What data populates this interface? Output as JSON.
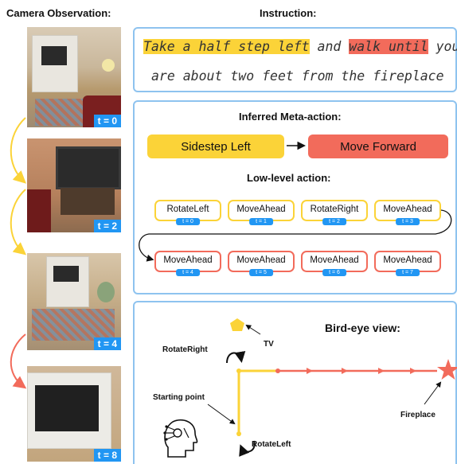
{
  "headers": {
    "camera": "Camera Observation:",
    "instruction": "Instruction:"
  },
  "frames": [
    {
      "t": "t = 0"
    },
    {
      "t": "t = 2"
    },
    {
      "t": "t = 4"
    },
    {
      "t": "t = 8"
    }
  ],
  "instruction": {
    "p1": "Take a half step left",
    "p2": " and ",
    "p3": "walk until",
    "p4": " you",
    "line2": "are about two feet from the fireplace"
  },
  "meta": {
    "title": "Inferred Meta-action:",
    "a1": "Sidestep Left",
    "a2": "Move Forward"
  },
  "low": {
    "title": "Low-level action:",
    "row1": [
      {
        "label": "RotateLeft",
        "t": "t = 0"
      },
      {
        "label": "MoveAhead",
        "t": "t = 1"
      },
      {
        "label": "RotateRight",
        "t": "t = 2"
      },
      {
        "label": "MoveAhead",
        "t": "t = 3"
      }
    ],
    "row2": [
      {
        "label": "MoveAhead",
        "t": "t = 4"
      },
      {
        "label": "MoveAhead",
        "t": "t = 5"
      },
      {
        "label": "MoveAhead",
        "t": "t = 6"
      },
      {
        "label": "MoveAhead",
        "t": "t = 7"
      }
    ]
  },
  "bird": {
    "title": "Bird-eye view:",
    "tv": "TV",
    "rotate_right": "RotateRight",
    "rotate_left": "RotateLeft",
    "start": "Starting point",
    "fireplace": "Fireplace"
  },
  "colors": {
    "yellow": "#fbd338",
    "red": "#f26b5b",
    "blue": "#2196f3",
    "panel": "#8ec3ef"
  }
}
